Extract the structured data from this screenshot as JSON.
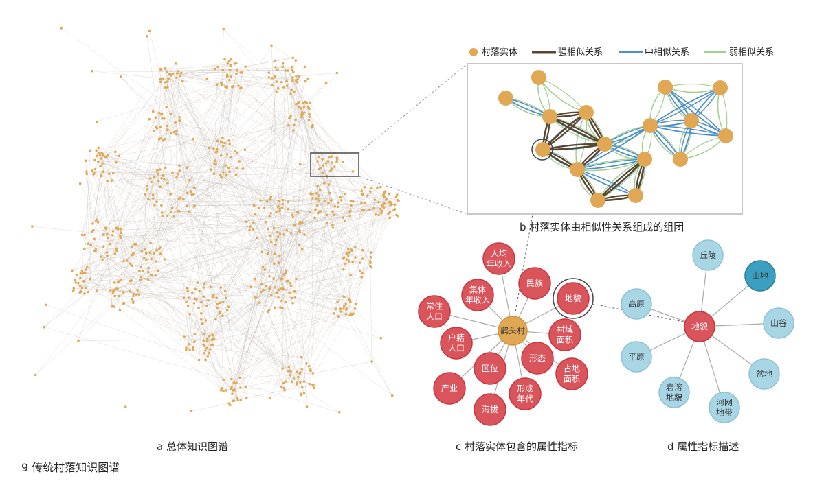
{
  "legend": {
    "entity": "村落实体",
    "strong": "强相似关系",
    "medium": "中相似关系",
    "weak": "弱相似关系"
  },
  "captions": {
    "a": "a  总体知识图谱",
    "b": "b  村落实体由相似性关系组成的组团",
    "c": "c  村落实体包含的属性指标",
    "d": "d  属性指标描述",
    "figure": "9  传统村落知识图谱"
  },
  "panel_c": {
    "center": "鹳头村",
    "attributes": [
      "人均年收入",
      "民族",
      "地貌",
      "集体年收入",
      "常住人口",
      "村域面积",
      "户籍人口",
      "形态",
      "区位",
      "占地面积",
      "产业",
      "形成年代",
      "海拔"
    ]
  },
  "panel_d": {
    "center": "地貌",
    "values": [
      "丘陵",
      "山地",
      "高原",
      "山谷",
      "平原",
      "盆地",
      "岩溶地貌",
      "河网地带"
    ]
  },
  "colors": {
    "village": "#E0A855",
    "strong": "#5A4630",
    "medium": "#4A8FCB",
    "weak": "#9FD08C",
    "attribute": "#D9545B",
    "value": "#A9D6E4",
    "value_highlight": "#3A9FC0"
  }
}
